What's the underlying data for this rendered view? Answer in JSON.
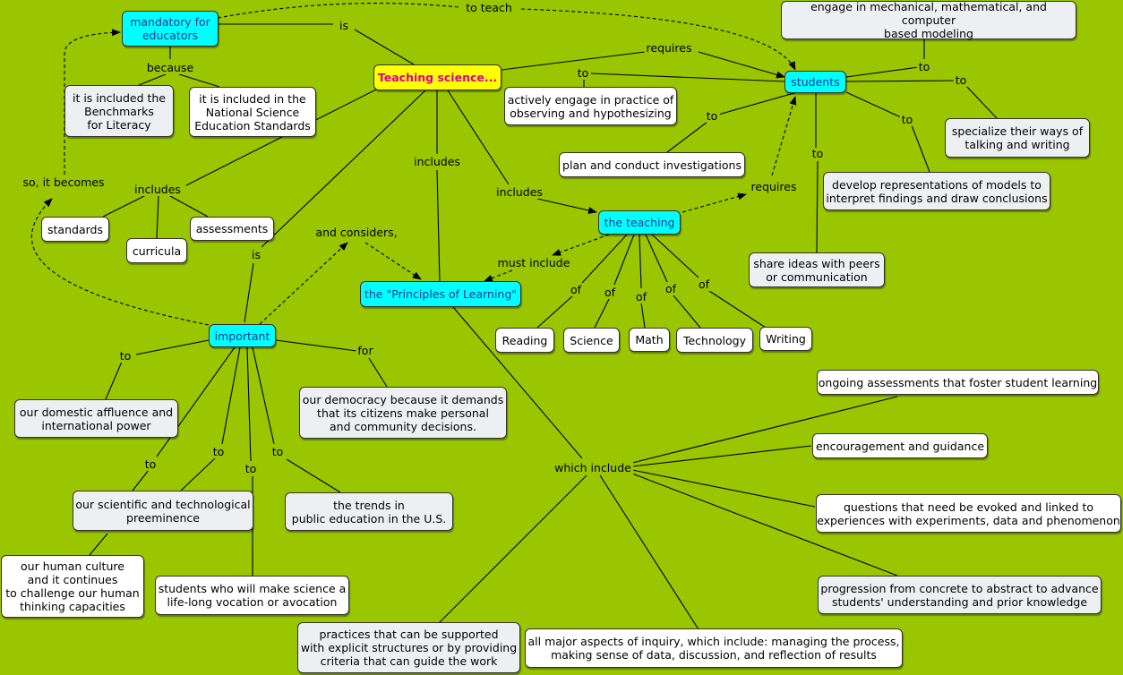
{
  "nodes": {
    "mandatory": "mandatory for\neducators",
    "teaching_science": "Teaching science...",
    "students": "students",
    "benchmarks": "it is included the\nBenchmarks\nfor Literacy",
    "nses": "it is included in the\nNational Science\nEducation Standards",
    "modeling": "engage in mechanical, mathematical, and computer\nbased modeling",
    "observing": "actively engage in practice of\nobserving and hypothesizing",
    "specialize": "specialize their ways of\ntalking and writing",
    "investigations": "plan and conduct investigations",
    "representations": "develop representations of models to\ninterpret findings and draw conclusions",
    "share": "share ideas with peers\nor communication",
    "standards": "standards",
    "curricula": "curricula",
    "assessments": "assessments",
    "the_teaching": "the teaching",
    "principles": "the \"Principles of Learning\"",
    "reading": "Reading",
    "science": "Science",
    "math": "Math",
    "technology": "Technology",
    "writing": "Writing",
    "important": "important",
    "affluence": "our domestic affluence and\ninternational power",
    "democracy": "our democracy because it demands\nthat its citizens make personal\nand community decisions.",
    "preeminence": "our scientific and technological\npreeminence",
    "trends": "the trends in\npublic education in the U.S.",
    "culture": "our human culture\nand it continues\nto challenge our human\nthinking capacities",
    "vocation": "students who will make science a\nlife-long vocation or avocation",
    "ongoing": "ongoing assessments that foster student learning",
    "encouragement": "encouragement and guidance",
    "questions": "questions that need be evoked and linked to\nexperiences with experiments, data and phenomenon",
    "progression": "progression from concrete to abstract to advance\nstudents' understanding and prior knowledge",
    "practices": "practices that can be supported\nwith explicit structures or by providing\ncriteria that can guide the work",
    "inquiry": "all major aspects of inquiry, which include: managing the process,\nmaking sense of data, discussion, and reflection of results"
  },
  "labels": {
    "to_teach": "to teach",
    "is_top": "is",
    "because": "because",
    "requires_top": "requires",
    "to_observing": "to",
    "to_modeling": "to",
    "to_specialize": "to",
    "to_investigations": "to",
    "to_representations": "to",
    "to_share": "to",
    "includes_left": "includes",
    "includes_mid": "includes",
    "includes_right": "includes",
    "requires_mid": "requires",
    "so_it_becomes": "so, it becomes",
    "and_considers": "and considers,",
    "must_include": "must include",
    "is_left": "is",
    "of_reading": "of",
    "of_science": "of",
    "of_math": "of",
    "of_technology": "of",
    "of_writing": "of",
    "to_affluence": "to",
    "for_democracy": "for",
    "to_preeminence_a": "to",
    "to_preeminence_b": "to",
    "to_vocation": "to",
    "to_trends": "to",
    "which_include": "which include"
  }
}
